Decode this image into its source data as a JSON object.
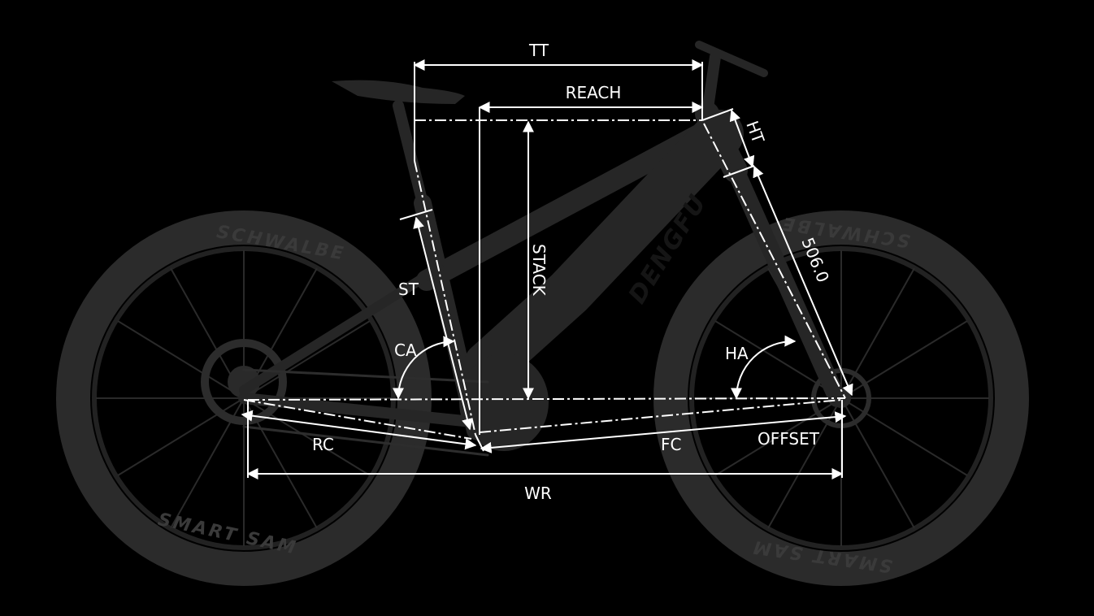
{
  "diagram": {
    "brand_text": "DENGFU",
    "tire_brand_top": "SCHWALBE",
    "tire_model": "SMART SAM",
    "labels": {
      "tt": "TT",
      "reach": "REACH",
      "ht": "HT",
      "stack": "STACK",
      "fork_length": "506.0",
      "st": "ST",
      "ca": "CA",
      "ha": "HA",
      "rc": "RC",
      "fc": "FC",
      "offset": "OFFSET",
      "wr": "WR"
    },
    "colors": {
      "background": "#000000",
      "bike": "#262626",
      "tire": "#2b2b2b",
      "dimension_line": "#ffffff"
    }
  }
}
